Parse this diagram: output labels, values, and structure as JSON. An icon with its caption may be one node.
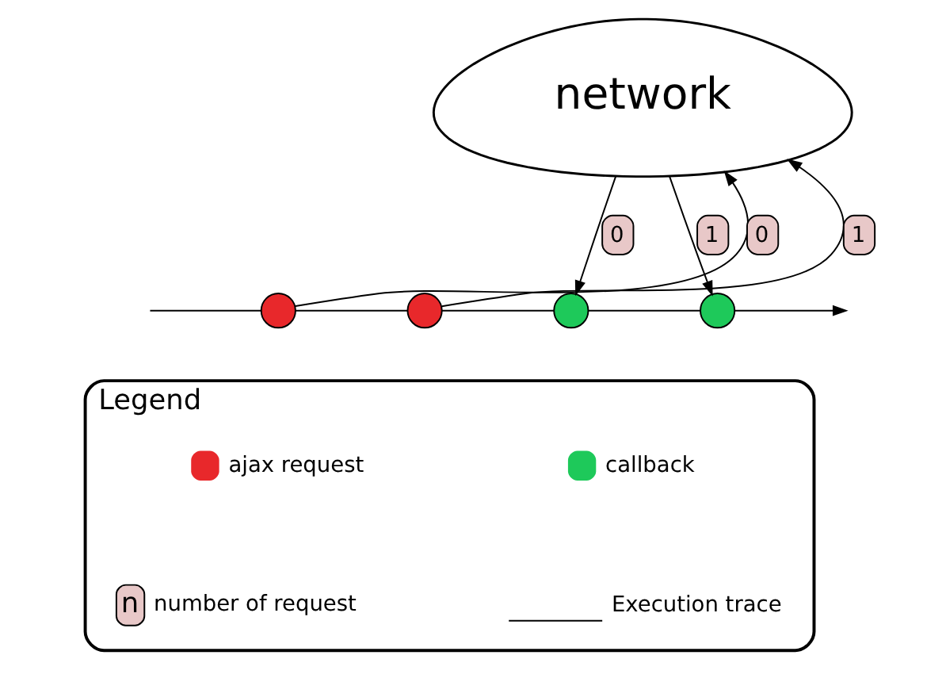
{
  "diagram": {
    "nodes": [
      {
        "text": [
          "network"
        ]
      },
      {
        "text": [],
        "shape": "circle"
      },
      {
        "text": [],
        "shape": "circle"
      },
      {
        "text": [],
        "shape": "circle"
      },
      {
        "text": [],
        "shape": "circle"
      },
      {
        "text": [
          "Legend"
        ]
      }
    ],
    "edges": [
      {
        "from": 1,
        "to": 0,
        "arrow": "to",
        "label": "0"
      },
      {
        "from": 2,
        "to": 0,
        "arrow": "to",
        "label": "1"
      },
      {
        "from": 0,
        "to": 3,
        "arrow": "to",
        "label": "0"
      },
      {
        "from": 0,
        "to": 4,
        "arrow": "to",
        "label": "1"
      },
      {
        "from": null,
        "to": 1,
        "arrow": "none"
      },
      {
        "from": 1,
        "to": 2,
        "arrow": "none"
      },
      {
        "from": 2,
        "to": 3,
        "arrow": "none"
      },
      {
        "from": 3,
        "to": 4,
        "arrow": "none"
      },
      {
        "from": 4,
        "to": null,
        "arrow": "to"
      }
    ],
    "labels": [
      "n"
    ],
    "legend": [
      {
        "text": "ajax request",
        "color": "#e8282b"
      },
      {
        "text": "callback",
        "color": "#1ec95a"
      },
      {
        "text": "number of request"
      },
      {
        "text": "Execution trace"
      }
    ]
  }
}
